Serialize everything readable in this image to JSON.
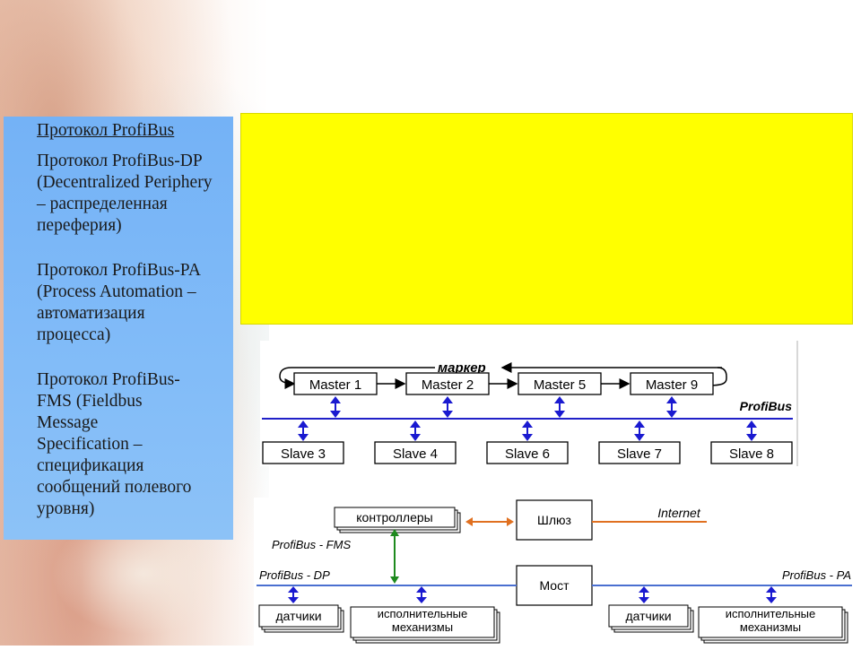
{
  "sidebar": {
    "items": [
      "Протокол ProfiBus",
      "Протокол ProfiBus-DP\n(Decentralized Periphery\n– распределенная\nпереферия)",
      "Протокол ProfiBus-PA\n(Process Automation –\nавтоматизация\nпроцесса)",
      "Протокол ProfiBus-\nFMS (Fieldbus\nMessage\nSpecification –\nспецификация\nсообщений полевого\nуровня)"
    ]
  },
  "diagram1": {
    "token_label": "маркер",
    "bus_label": "ProfiBus",
    "masters": [
      "Master 1",
      "Master 2",
      "Master 5",
      "Master 9"
    ],
    "slaves": [
      "Slave 3",
      "Slave 4",
      "Slave 6",
      "Slave 7",
      "Slave 8"
    ],
    "colors": {
      "bus": "#2020c8",
      "arrows": "#1a1ad0"
    }
  },
  "diagram2": {
    "controllers": "контроллеры",
    "gateway": "Шлюз",
    "internet": "Internet",
    "fms_label": "ProfiBus - FMS",
    "dp_label": "ProfiBus - DP",
    "pa_label": "ProfiBus - PA",
    "bridge": "Мост",
    "sensors_left": "датчики",
    "actuators_left": [
      "исполнительные",
      "механизмы"
    ],
    "sensors_right": "датчики",
    "actuators_right": [
      "исполнительные",
      "механизмы"
    ],
    "colors": {
      "bus": "#4a6fd0",
      "internet_line": "#e07020",
      "fms_arrow": "#1e8a1e"
    }
  }
}
